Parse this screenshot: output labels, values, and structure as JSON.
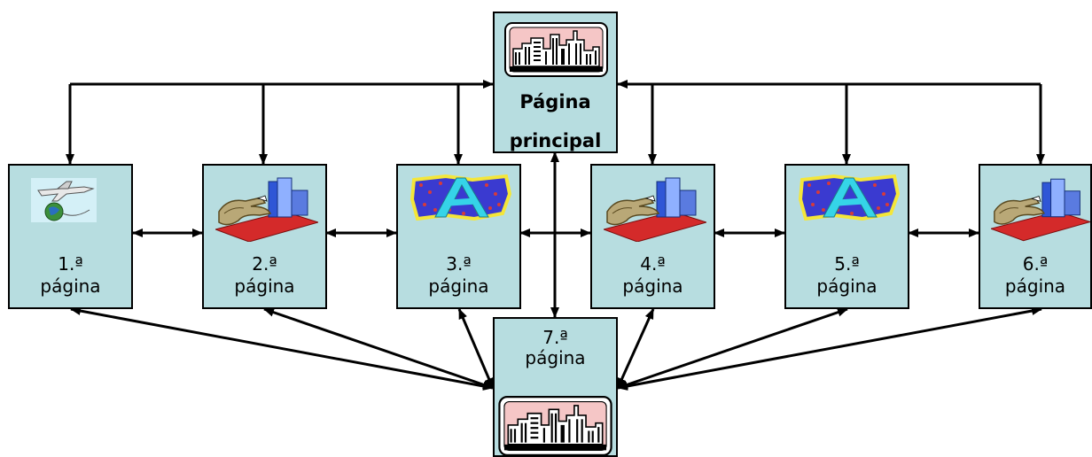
{
  "nodes": {
    "main": {
      "line1": "Página",
      "line2": "principal",
      "icon": "city-skyline-icon"
    },
    "p1": {
      "line1": "1.ª",
      "line2": "página",
      "icon": "airplane-globe-icon"
    },
    "p2": {
      "line1": "2.ª",
      "line2": "página",
      "icon": "hand-buildings-icon"
    },
    "p3": {
      "line1": "3.ª",
      "line2": "página",
      "icon": "letter-a-map-icon"
    },
    "p4": {
      "line1": "4.ª",
      "line2": "página",
      "icon": "hand-buildings-icon"
    },
    "p5": {
      "line1": "5.ª",
      "line2": "página",
      "icon": "letter-a-map-icon"
    },
    "p6": {
      "line1": "6.ª",
      "line2": "página",
      "icon": "hand-buildings-icon"
    },
    "p7": {
      "line1": "7.ª",
      "line2": "página",
      "icon": "city-skyline-icon"
    }
  },
  "colors": {
    "node_fill": "#b7dde0",
    "border": "#000000",
    "arrow": "#000000"
  }
}
